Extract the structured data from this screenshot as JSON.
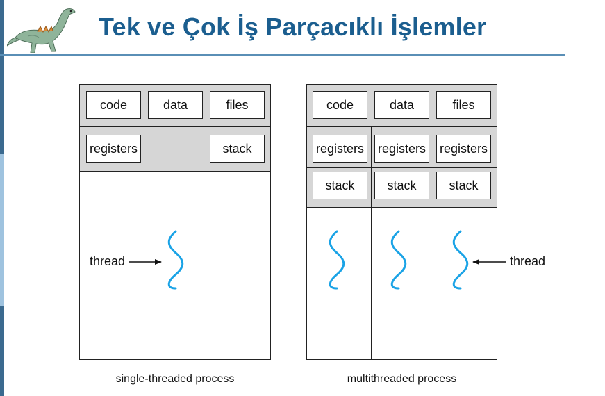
{
  "title": "Tek ve Çok İş Parçacıklı İşlemler",
  "single": {
    "code": "code",
    "data": "data",
    "files": "files",
    "registers": "registers",
    "stack": "stack",
    "thread_label": "thread",
    "caption": "single-threaded process"
  },
  "multi": {
    "code": "code",
    "data": "data",
    "files": "files",
    "registers": [
      "registers",
      "registers",
      "registers"
    ],
    "stack": [
      "stack",
      "stack",
      "stack"
    ],
    "thread_label": "thread",
    "caption": "multithreaded process"
  },
  "colors": {
    "title": "#1b5e8f",
    "thread": "#1aa3e6",
    "shaded": "#d6d6d6"
  },
  "icons": {
    "logo": "dinosaur-logo-icon"
  }
}
